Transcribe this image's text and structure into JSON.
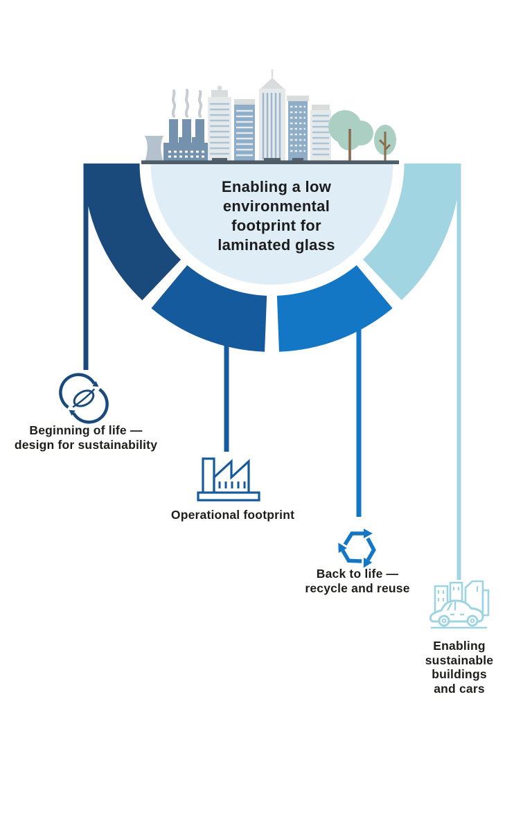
{
  "title": "Enabling a low\nenvironmental\nfootprint for\nlaminated glass",
  "stages": [
    {
      "id": "beginning-of-life",
      "label": "Beginning of life —\ndesign for sustainability",
      "icon": "leaf-cycle-icon",
      "color": "#1a4a7b"
    },
    {
      "id": "operational-footprint",
      "label": "Operational footprint",
      "icon": "factory-icon",
      "color": "#155a9c"
    },
    {
      "id": "back-to-life",
      "label": "Back to life —\nrecycle and reuse",
      "icon": "recycle-icon",
      "color": "#1377c5"
    },
    {
      "id": "enabling-sustainable-buildings-cars",
      "label": "Enabling\nsustainable\nbuildings\nand cars",
      "icon": "buildings-car-icon",
      "color": "#a2d5e2"
    }
  ],
  "colors": {
    "segment_1": "#1a4a7b",
    "segment_2": "#155a9c",
    "segment_3": "#1377c5",
    "segment_4": "#a2d5e2",
    "inner_circle": "#dfeef6",
    "title_text": "#1c1c1c",
    "label_text": "#1d1d1b"
  }
}
